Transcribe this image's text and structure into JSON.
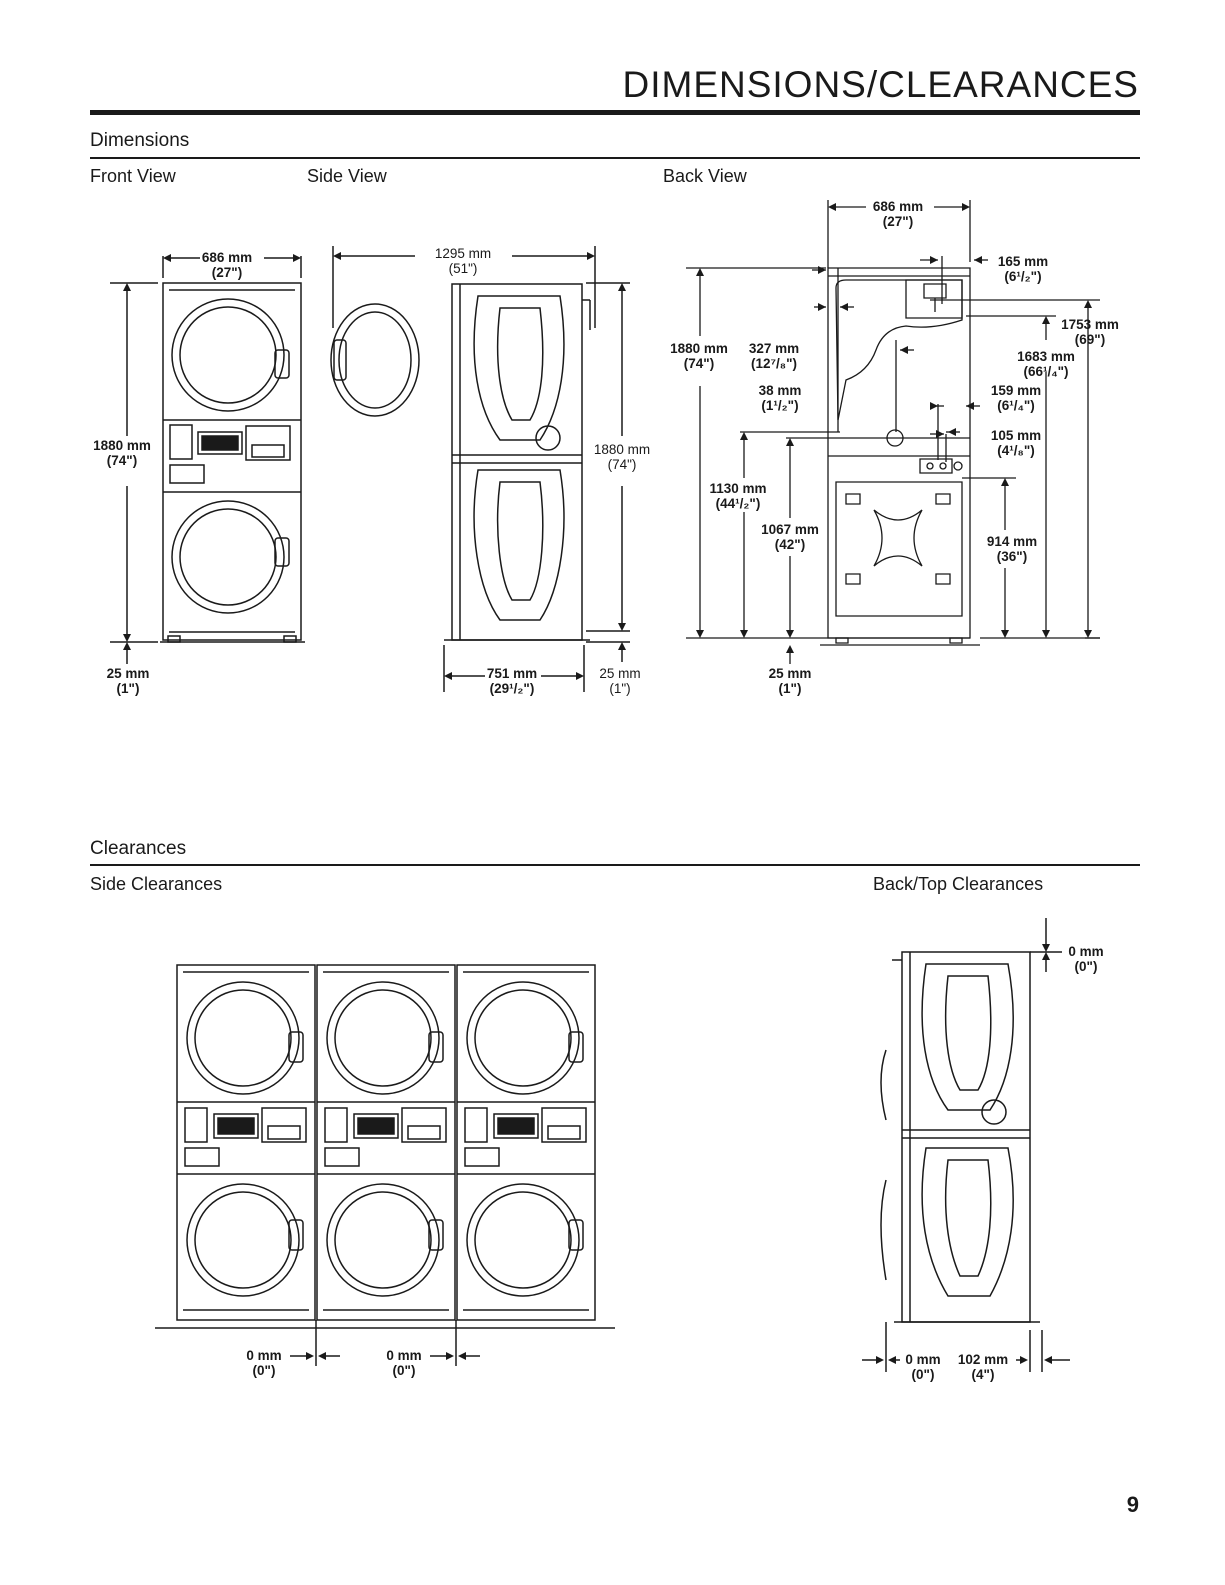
{
  "page": {
    "title": "DIMENSIONS/CLEARANCES",
    "page_number": "9"
  },
  "dimensions": {
    "heading": "Dimensions",
    "front": {
      "label": "Front View",
      "width": [
        "686 mm",
        "(27\")"
      ],
      "height": [
        "1880 mm",
        "(74\")"
      ],
      "foot": [
        "25 mm",
        "(1\")"
      ]
    },
    "side": {
      "label": "Side View",
      "door_depth": [
        "1295 mm",
        "(51\")"
      ],
      "height": [
        "1880 mm",
        "(74\")"
      ],
      "depth": [
        "751 mm",
        "(29¹/₂\")"
      ],
      "foot": [
        "25 mm",
        "(1\")"
      ]
    },
    "back": {
      "label": "Back View",
      "width": [
        "686 mm",
        "(27\")"
      ],
      "d165": [
        "165 mm",
        "(6¹/₂\")"
      ],
      "height": [
        "1880 mm",
        "(74\")"
      ],
      "d327": [
        "327 mm",
        "(12⁷/₈\")"
      ],
      "d1753": [
        "1753 mm",
        "(69\")"
      ],
      "d1683": [
        "1683 mm",
        "(66¹/₄\")"
      ],
      "d38": [
        "38 mm",
        "(1¹/₂\")"
      ],
      "d159": [
        "159 mm",
        "(6¹/₄\")"
      ],
      "d105": [
        "105 mm",
        "(4¹/₈\")"
      ],
      "d1130": [
        "1130 mm",
        "(44¹/₂\")"
      ],
      "d1067": [
        "1067 mm",
        "(42\")"
      ],
      "d914": [
        "914 mm",
        "(36\")"
      ],
      "foot": [
        "25 mm",
        "(1\")"
      ]
    }
  },
  "clearances": {
    "heading": "Clearances",
    "side": {
      "label": "Side Clearances",
      "gap1": [
        "0 mm",
        "(0\")"
      ],
      "gap2": [
        "0 mm",
        "(0\")"
      ]
    },
    "back_top": {
      "label": "Back/Top Clearances",
      "top": [
        "0 mm",
        "(0\")"
      ],
      "front": [
        "0 mm",
        "(0\")"
      ],
      "back": [
        "102 mm",
        "(4\")"
      ]
    }
  }
}
